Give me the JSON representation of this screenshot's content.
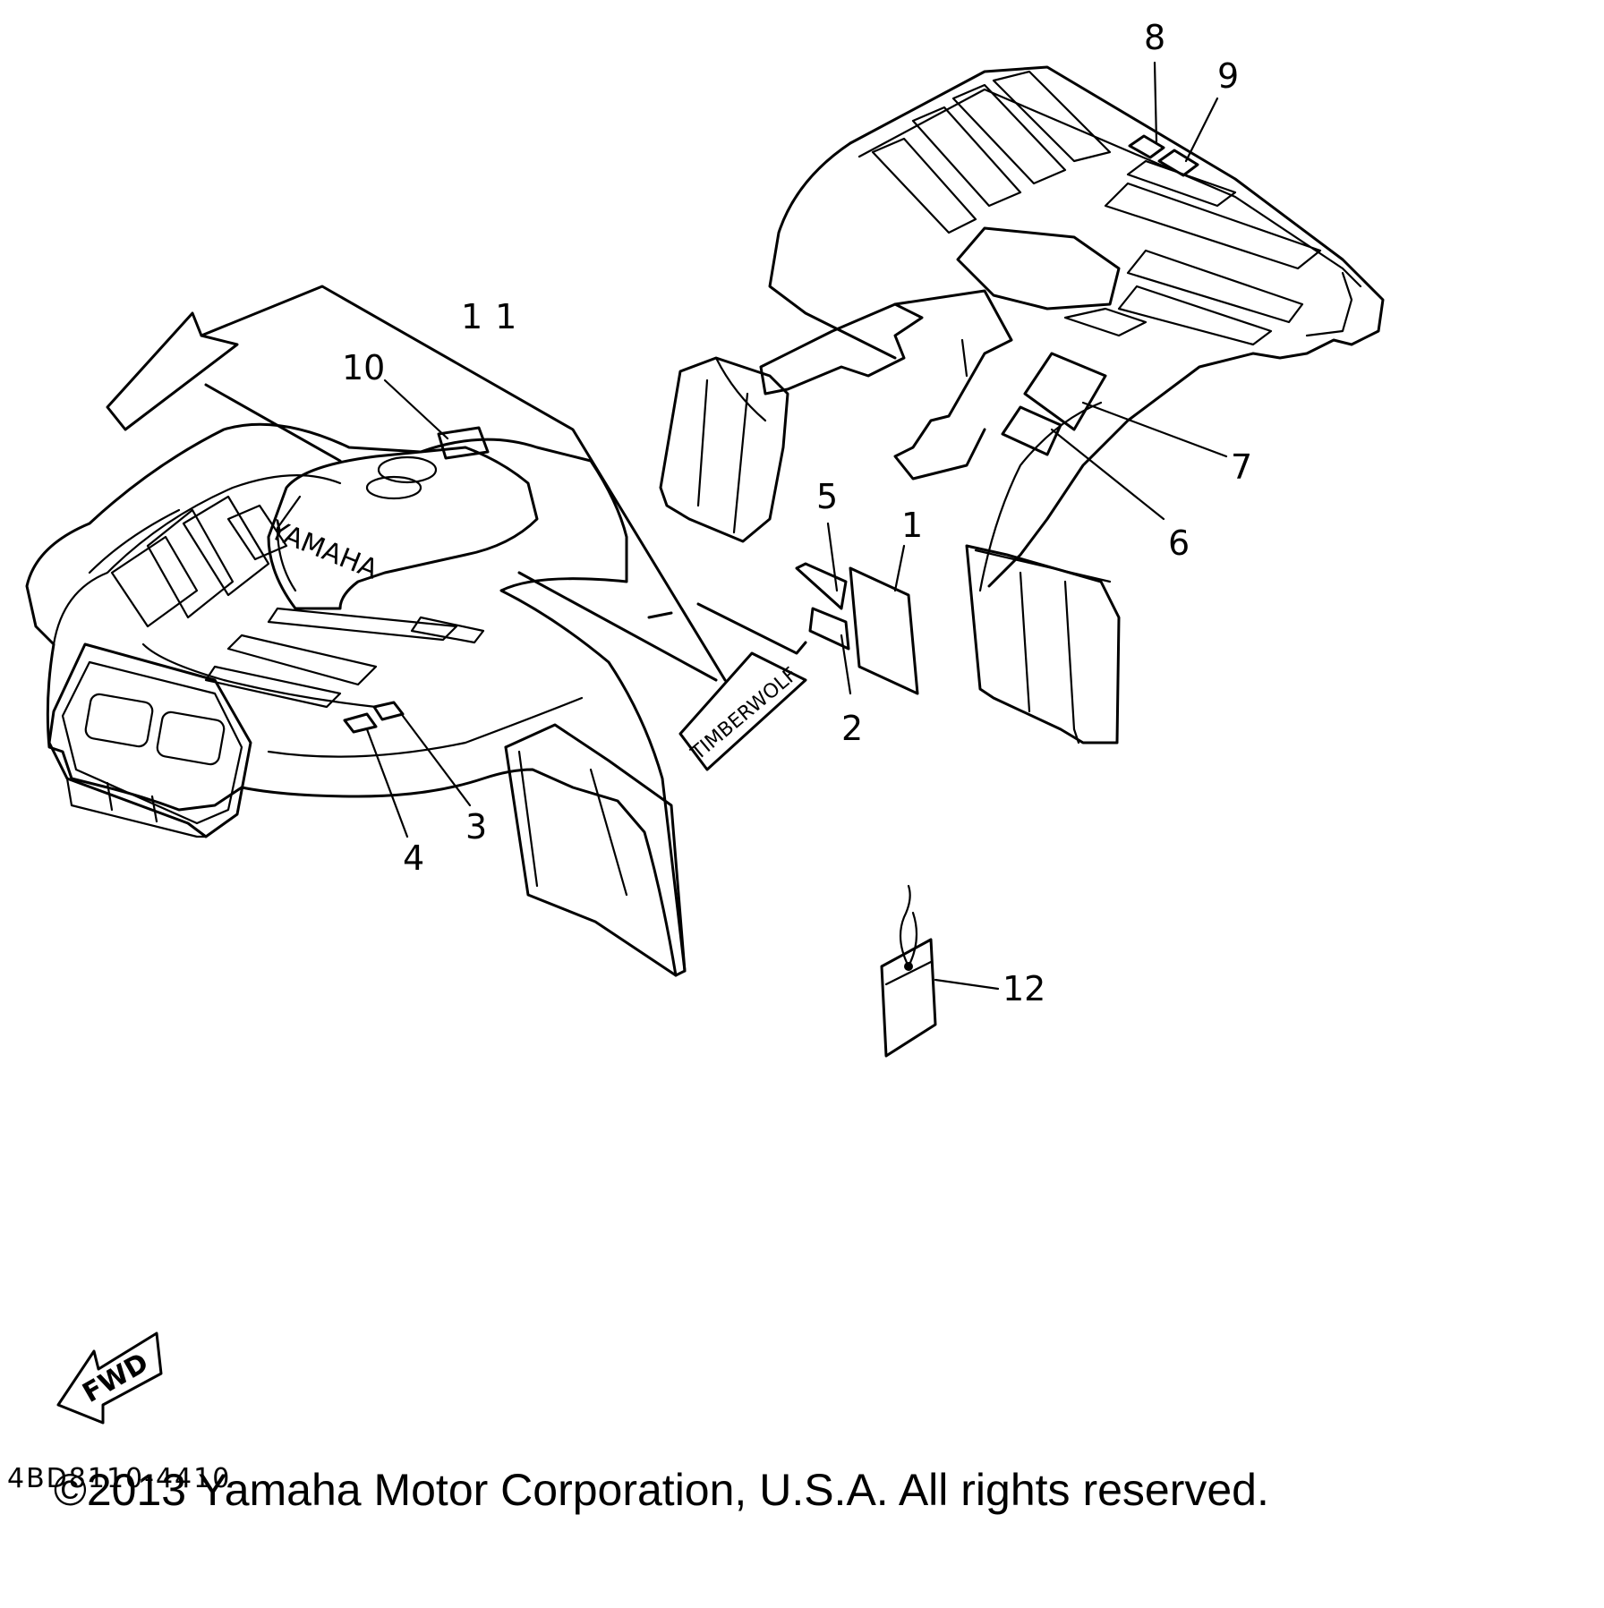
{
  "diagram": {
    "part_numbers": [
      "1",
      "2",
      "3",
      "4",
      "5",
      "6",
      "7",
      "8",
      "9",
      "10",
      "11",
      "12"
    ],
    "decal_yamaha": "YAMAHA",
    "decal_timberwolf": "TIMBERWOLF",
    "fwd_arrow": "FWD",
    "drawing_code": "4BD8110-4410"
  },
  "footer": {
    "copyright": "©2013 Yamaha Motor Corporation, U.S.A. All rights reserved."
  }
}
